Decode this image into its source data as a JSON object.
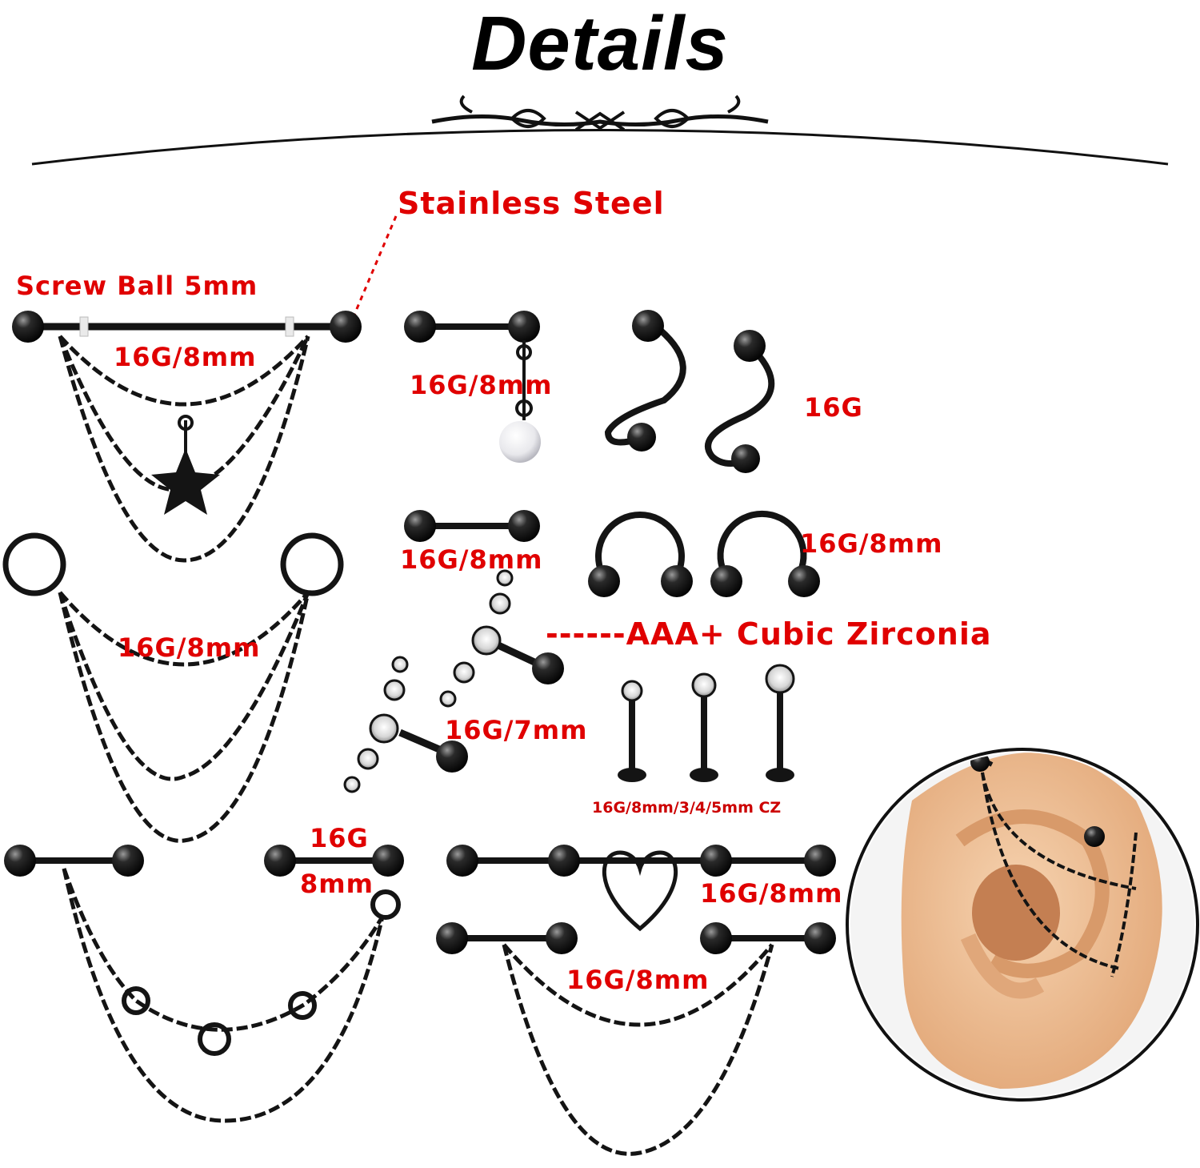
{
  "header": {
    "title": "Details"
  },
  "labels": {
    "stainless_steel": "Stainless Steel",
    "screw_ball": "Screw Ball 5mm",
    "industrial_star": "16G/8mm",
    "pearl_dangle": "16G/8mm",
    "spiral": "16G",
    "barbell_short": "16G/8mm",
    "horseshoe": "16G/8mm",
    "cubic_zirconia": "------AAA+ Cubic Zirconia",
    "hoop_chain": "16G/8mm",
    "cz_cartilage": "16G/7mm",
    "labret": "16G/8mm/3/4/5mm CZ",
    "chain_gauge": "16G",
    "chain_length": "8mm",
    "heart_barbell": "16G/8mm",
    "double_chain": "16G/8mm"
  },
  "colors": {
    "accent_red": "#e00000",
    "jewelry": "#141414",
    "skin": "#f2c9a2"
  }
}
